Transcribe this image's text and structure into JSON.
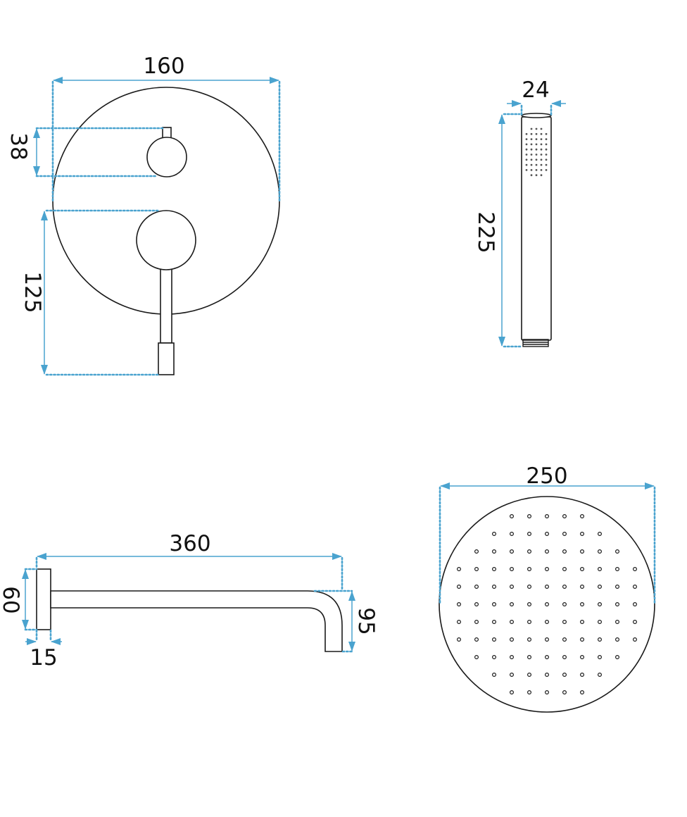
{
  "colors": {
    "outline": "#1a1a1a",
    "dimension": "#4aa3cf",
    "background": "#ffffff"
  },
  "mixer_plate": {
    "width_label": "160",
    "small_knob_label": "38",
    "lever_label": "125"
  },
  "hand_shower": {
    "width_label": "24",
    "length_label": "225"
  },
  "shower_arm": {
    "length_label": "360",
    "flange_height_label": "60",
    "flange_depth_label": "15",
    "drop_label": "95"
  },
  "rain_shower_head": {
    "diameter_label": "250"
  }
}
